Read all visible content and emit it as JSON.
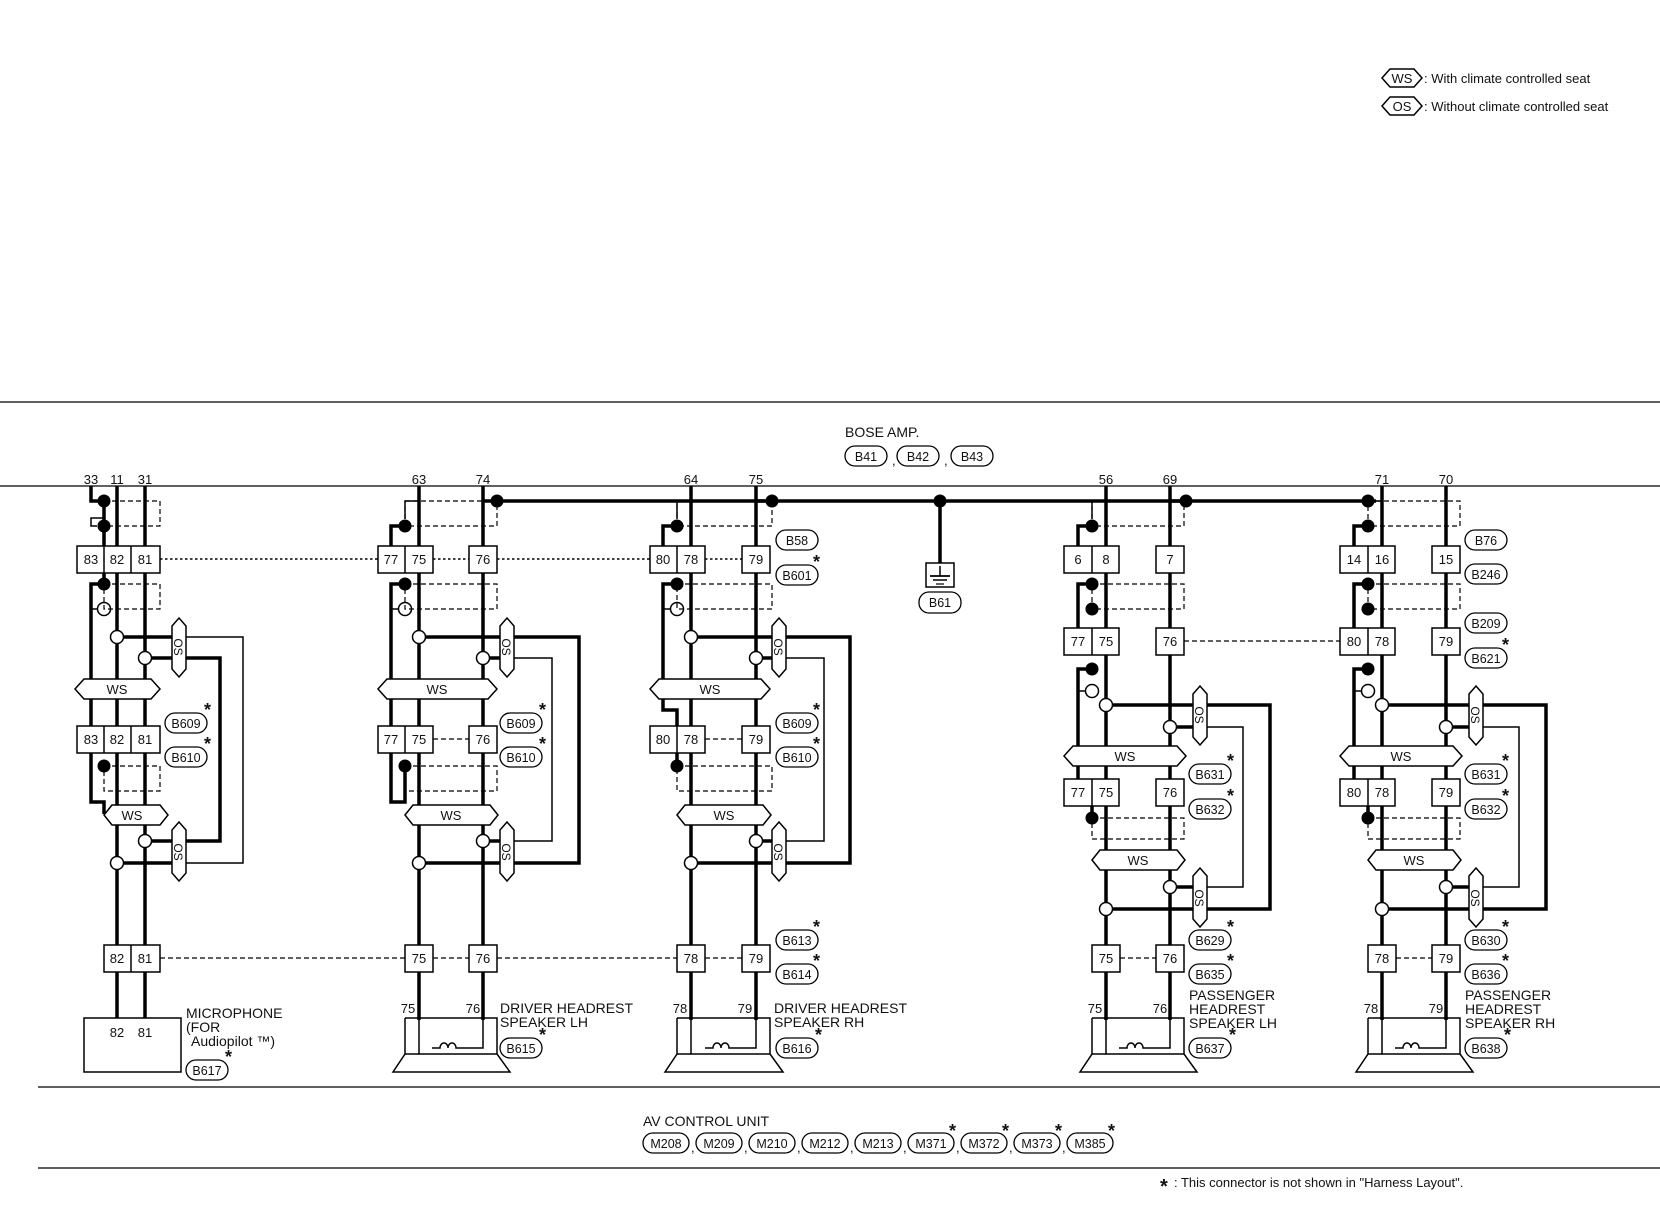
{
  "legend": [
    {
      "code": "WS",
      "text": ": With climate controlled seat"
    },
    {
      "code": "OS",
      "text": ": Without climate controlled seat"
    }
  ],
  "bose": {
    "title": "BOSE AMP.",
    "connectors": [
      "B41",
      "B42",
      "B43"
    ],
    "sep": ","
  },
  "av": {
    "title": "AV CONTROL UNIT",
    "connectors": [
      "M208",
      "M209",
      "M210",
      "M212",
      "M213",
      "M371",
      "M372",
      "M373",
      "M385"
    ]
  },
  "ground": "B61",
  "star": "*",
  "footnote": ": This connector is not shown in \"Harness Layout\".",
  "codes": {
    "ws": "WS",
    "os": "OS"
  },
  "pins": {
    "g1_top": [
      "33",
      "11",
      "31"
    ],
    "g1_a": [
      "83",
      "82",
      "81"
    ],
    "g1_b": [
      "83",
      "82",
      "81"
    ],
    "g1_c": [
      "82",
      "81"
    ],
    "g1_dev": [
      "82",
      "81"
    ],
    "g2_top": [
      "63",
      "74"
    ],
    "g2_a": [
      "77",
      "75",
      "76"
    ],
    "g2_b": [
      "77",
      "75",
      "76"
    ],
    "g2_c": [
      "75",
      "76"
    ],
    "g2_dev": [
      "75",
      "76"
    ],
    "g3_top": [
      "64",
      "75"
    ],
    "g3_a": [
      "80",
      "78",
      "79"
    ],
    "g3_b": [
      "80",
      "78",
      "79"
    ],
    "g3_c": [
      "78",
      "79"
    ],
    "g3_dev": [
      "78",
      "79"
    ],
    "g4_top": [
      "56",
      "69"
    ],
    "g4_a": [
      "6",
      "8",
      "7"
    ],
    "g4_b": [
      "77",
      "75",
      "76"
    ],
    "g4_d": [
      "77",
      "75",
      "76"
    ],
    "g4_c": [
      "75",
      "76"
    ],
    "g4_dev": [
      "75",
      "76"
    ],
    "g5_top": [
      "71",
      "70"
    ],
    "g5_a": [
      "14",
      "16",
      "15"
    ],
    "g5_b": [
      "80",
      "78",
      "79"
    ],
    "g5_d": [
      "80",
      "78",
      "79"
    ],
    "g5_c": [
      "78",
      "79"
    ],
    "g5_dev": [
      "78",
      "79"
    ]
  },
  "connectors": {
    "g1_b1": "B609",
    "g1_b2": "B610",
    "g1_dev": "B617",
    "g2_b1": "B609",
    "g2_b2": "B610",
    "g2_dev": "B615",
    "g3_t1": "B58",
    "g3_t2": "B601",
    "g3_b1": "B609",
    "g3_b2": "B610",
    "g3_c1": "B613",
    "g3_c2": "B614",
    "g3_dev": "B616",
    "g4_b1": "B631",
    "g4_b2": "B632",
    "g4_c1": "B629",
    "g4_c2": "B635",
    "g4_dev": "B637",
    "g5_t1": "B76",
    "g5_t2": "B246",
    "g5_t3": "B209",
    "g5_t4": "B621",
    "g5_b1": "B631",
    "g5_b2": "B632",
    "g5_c1": "B630",
    "g5_c2": "B636",
    "g5_dev": "B638"
  },
  "devices": {
    "mic": [
      "MICROPHONE",
      "(FOR",
      "Audiopilot ™)"
    ],
    "dl": [
      "DRIVER HEADREST",
      "SPEAKER LH"
    ],
    "dr": [
      "DRIVER HEADREST",
      "SPEAKER RH"
    ],
    "pl": [
      "PASSENGER",
      "HEADREST",
      "SPEAKER LH"
    ],
    "pr": [
      "PASSENGER",
      "HEADREST",
      "SPEAKER RH"
    ]
  }
}
